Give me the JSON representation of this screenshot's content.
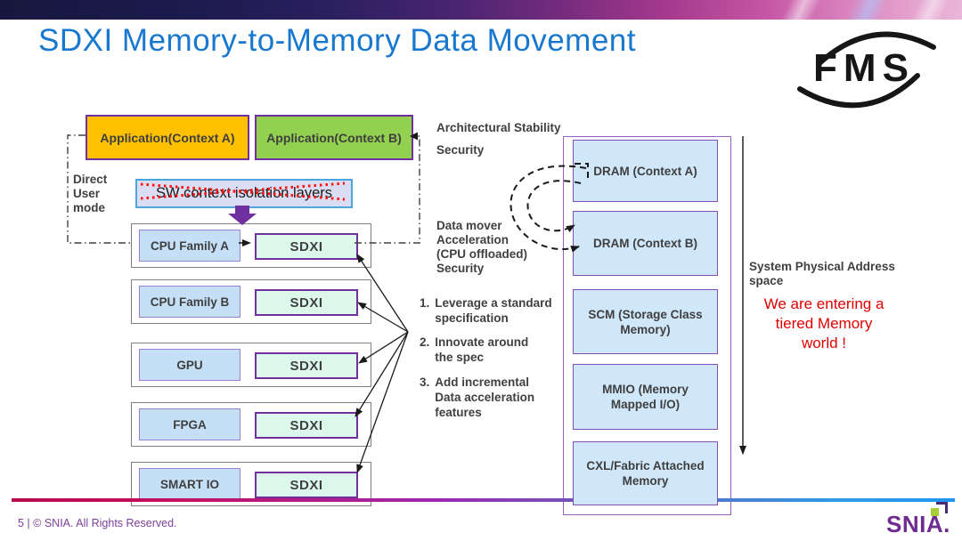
{
  "title": "SDXI Memory-to-Memory Data Movement",
  "left_flow": {
    "app_a": "Application(Context A)",
    "app_b": "Application(Context B)",
    "sw_isolation": "SW context isolation layers",
    "direct_user_mode": {
      "l1": "Direct",
      "l2": "User",
      "l3": "mode"
    }
  },
  "device_rows": [
    {
      "device": "CPU Family A",
      "accel": "SDXI"
    },
    {
      "device": "CPU Family B",
      "accel": "SDXI"
    },
    {
      "device": "GPU",
      "accel": "SDXI"
    },
    {
      "device": "FPGA",
      "accel": "SDXI"
    },
    {
      "device": "SMART IO",
      "accel": "SDXI"
    }
  ],
  "memory_column": {
    "boxes": [
      "DRAM (Context A)",
      "DRAM (Context B)",
      "SCM (Storage Class Memory)",
      "MMIO (Memory Mapped I/O)",
      "CXL/Fabric Attached Memory"
    ]
  },
  "annotations": {
    "arch_stability": "Architectural Stability",
    "security_top": "Security",
    "data_mover": {
      "l1": "Data mover",
      "l2": "Acceleration",
      "l3": "(CPU offloaded)",
      "l4": "Security"
    },
    "list": [
      {
        "n": "1.",
        "l1": "Leverage a standard",
        "l2": "specification"
      },
      {
        "n": "2.",
        "l1": "Innovate around",
        "l2": "the spec"
      },
      {
        "n": "3.",
        "l1": "Add incremental",
        "l2": "Data acceleration",
        "l3": "features"
      }
    ],
    "spa": {
      "l1": "System Physical Address",
      "l2": "space"
    },
    "red_note": {
      "l1": "We are entering  a",
      "l2": "tiered Memory",
      "l3": "world !"
    }
  },
  "footer": {
    "note": "5 | © SNIA. All Rights Reserved."
  },
  "logos": {
    "fms": "FMS",
    "snia": "SNIA."
  },
  "colors": {
    "title_blue": "#1878CF",
    "app_a_fill": "#FFC000",
    "app_b_fill": "#92D050",
    "device_fill": "#C5DFF6",
    "sdxi_fill": "#DCF7EC",
    "memory_fill": "#CFE7F9",
    "purple_border": "#7030A0",
    "red_note": "#E00000",
    "snia_purple": "#6E2B90"
  }
}
